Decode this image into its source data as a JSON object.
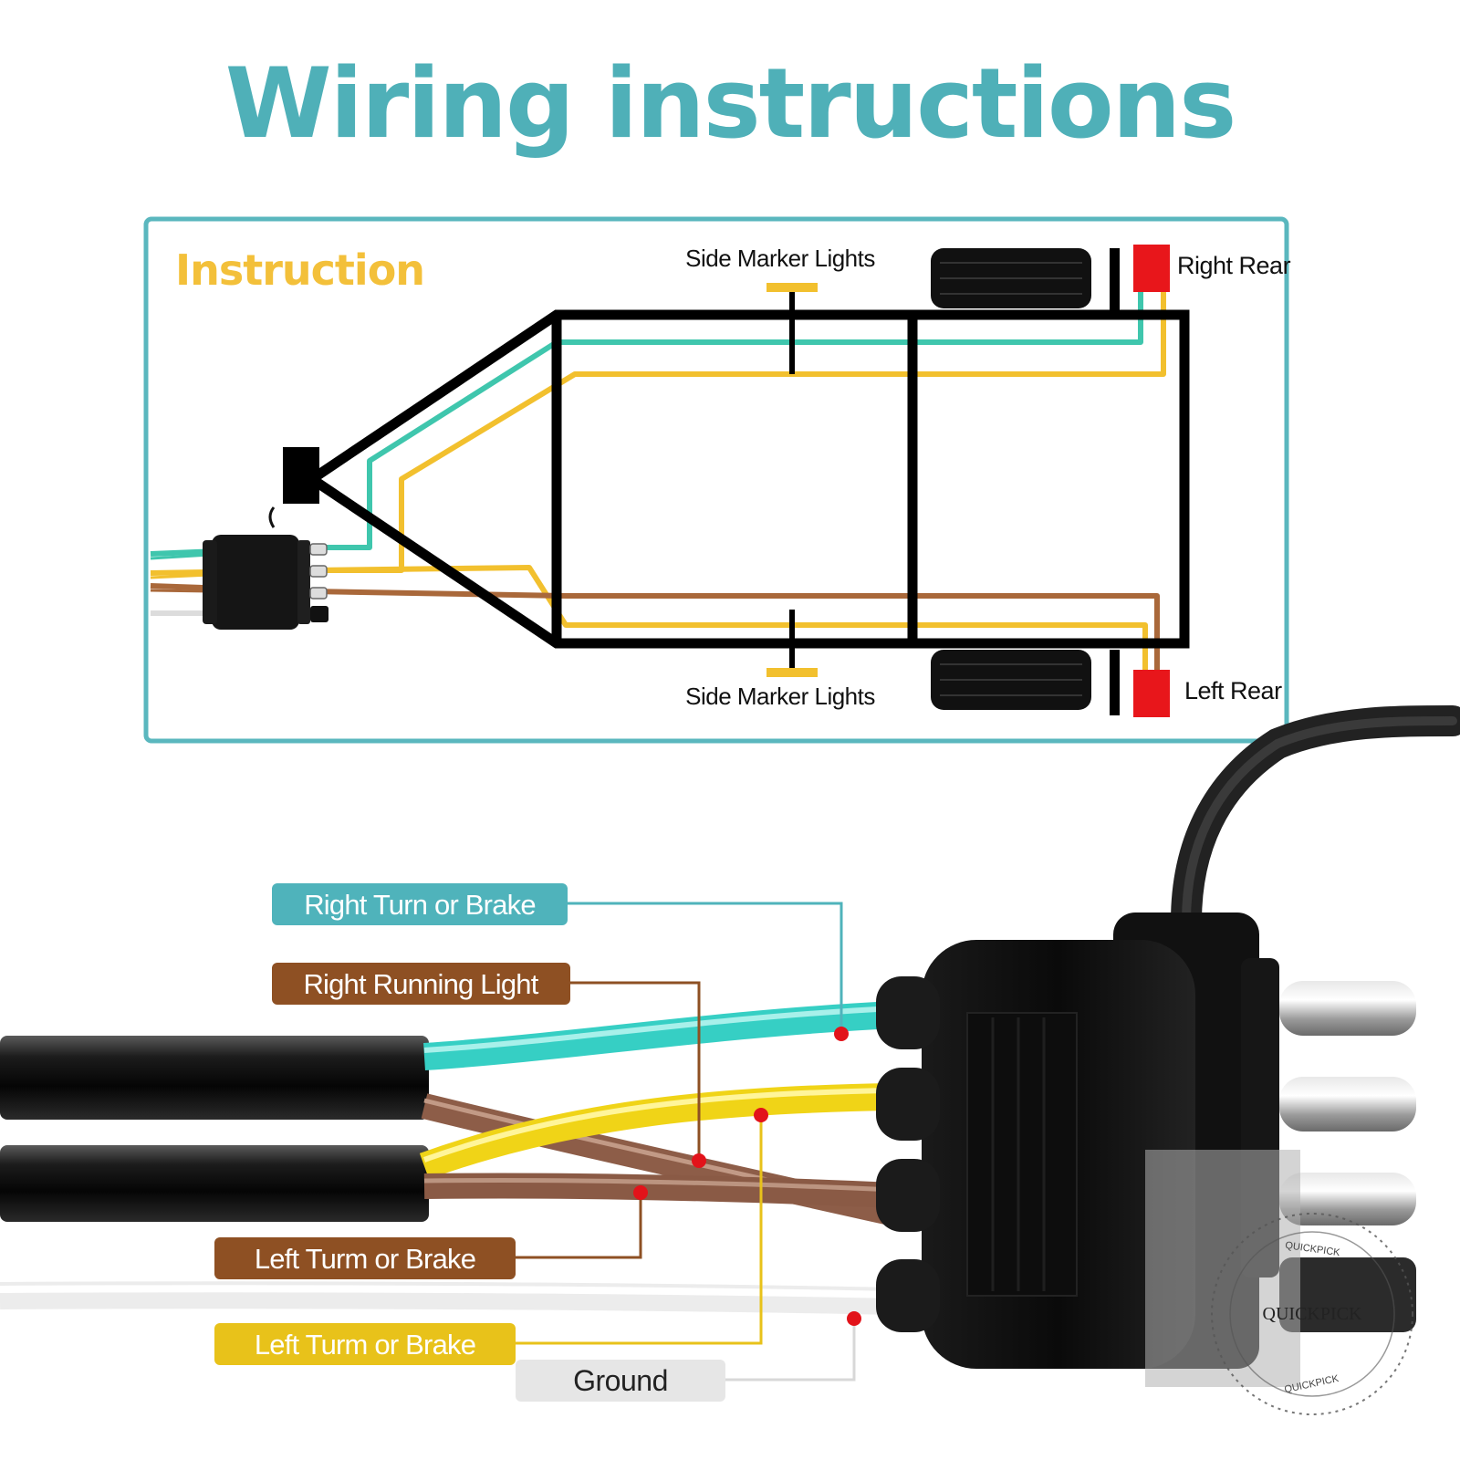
{
  "title": "Wiring instructions",
  "panel": {
    "heading": "Instruction",
    "top_marker_label": "Side Marker Lights",
    "bottom_marker_label": "Side Marker Lights",
    "right_rear_label": "Right Rear",
    "left_rear_label": "Left Rear"
  },
  "callouts": {
    "right_turn": "Right Turn or Brake",
    "right_running": "Right Running Light",
    "left_turn_brown": "Left Turm or Brake",
    "left_turn_yellow": "Left Turm or Brake",
    "ground": "Ground"
  },
  "watermark": {
    "brand": "QUICKPICK",
    "ring_text_top": "QUICKPICK",
    "ring_text_bottom": "QUICKPICK"
  },
  "colors": {
    "title": "#4fb0b8",
    "panel_border": "#5ab7be",
    "heading": "#f3c03a",
    "green_wire": "#3fc6ad",
    "yellow_wire": "#f2c02e",
    "brown_wire": "#a9683a",
    "white_wire": "#e6e6e6",
    "lamp_red": "#e8161b",
    "callout_teal": "#4fb3bb",
    "callout_brown": "#8e5023",
    "callout_yellow": "#e8c21a",
    "callout_ground": "#e6e6e6",
    "dot_red": "#e2131a"
  },
  "icons": [
    "connector-plug-icon",
    "tire-icon",
    "tail-lamp-icon",
    "side-marker-lamp-icon"
  ]
}
